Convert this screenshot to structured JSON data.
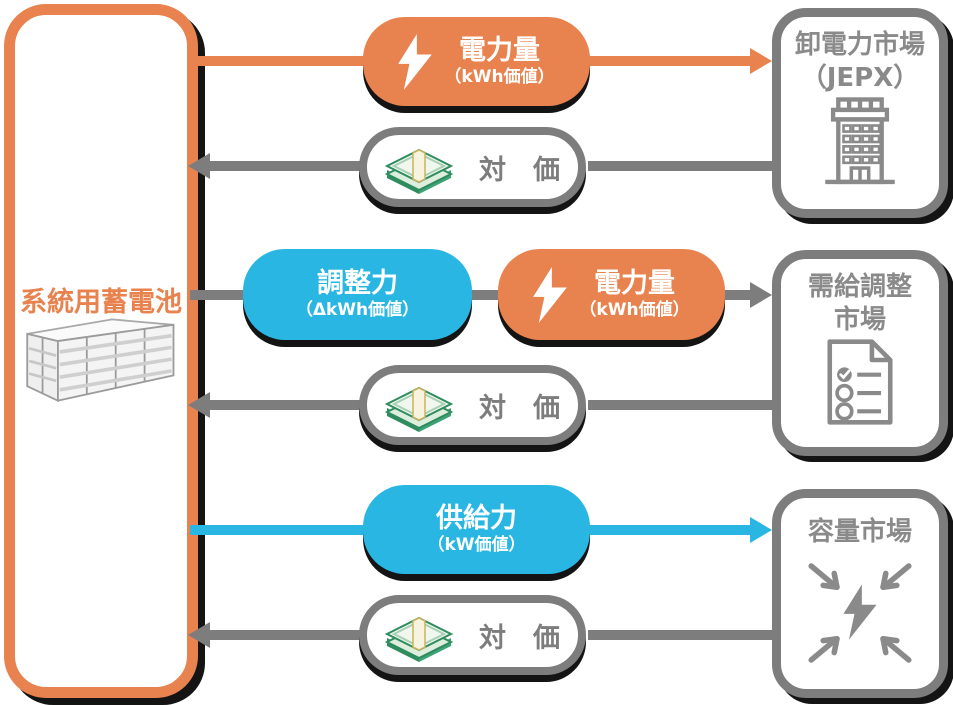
{
  "colors": {
    "orange": "#E8834F",
    "blue": "#29B6E3",
    "gray": "#7D7D7D",
    "label_gray": "#8A8A8A",
    "shadow": "#000000"
  },
  "battery": {
    "label": "系統用蓄電池",
    "icon": "container-battery-icon"
  },
  "rows": [
    {
      "market_title": [
        "卸電力市場",
        "（JEPX）"
      ],
      "market_icon": "building-icon",
      "out": [
        {
          "label": "電力量",
          "sub": "（kWh価値）",
          "icon": "lightning-icon",
          "color": "#E8834F"
        }
      ],
      "out_arrow_color": "#E8834F",
      "ret": {
        "label": "対　価",
        "icon": "money-icon",
        "arrow_color": "#7D7D7D"
      }
    },
    {
      "market_title": [
        "需給調整",
        "市場"
      ],
      "market_icon": "checklist-icon",
      "out": [
        {
          "label": "調整力",
          "sub": "（ΔkWh価値）",
          "color": "#29B6E3"
        },
        {
          "label": "電力量",
          "sub": "（kWh価値）",
          "icon": "lightning-icon",
          "color": "#E8834F"
        }
      ],
      "out_arrow_color": "#7D7D7D",
      "ret": {
        "label": "対　価",
        "icon": "money-icon",
        "arrow_color": "#7D7D7D"
      }
    },
    {
      "market_title": [
        "容量市場"
      ],
      "market_icon": "converging-lightning-icon",
      "out": [
        {
          "label": "供給力",
          "sub": "（kW価値）",
          "color": "#29B6E3"
        }
      ],
      "out_arrow_color": "#29B6E3",
      "ret": {
        "label": "対　価",
        "icon": "money-icon",
        "arrow_color": "#7D7D7D"
      }
    }
  ]
}
